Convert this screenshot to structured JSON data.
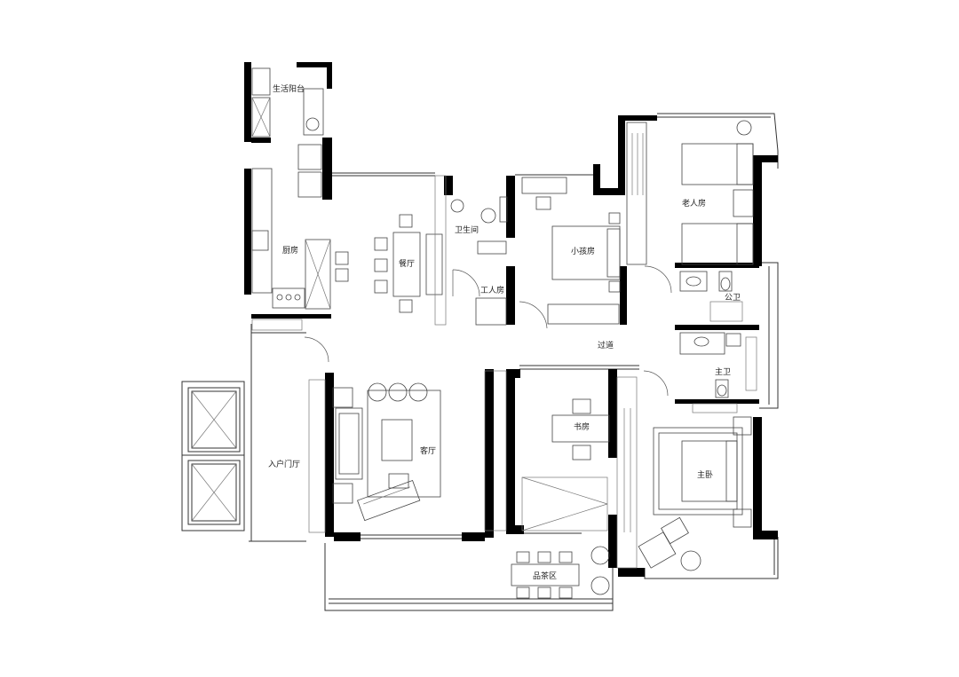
{
  "rooms": {
    "laundry_balcony": "生活阳台",
    "kitchen": "厨房",
    "dining": "餐厅",
    "bathroom": "卫生间",
    "maid_room": "工人房",
    "kids_room": "小孩房",
    "elder_room": "老人房",
    "public_bath": "公卫",
    "corridor": "过道",
    "master_bath": "主卫",
    "entrance_hall": "入户门厅",
    "living_room": "客厅",
    "study": "书房",
    "master_bedroom": "主卧",
    "tea_area": "品茶区"
  },
  "colors": {
    "wall": "#000000",
    "line": "#333333",
    "background": "#ffffff"
  }
}
